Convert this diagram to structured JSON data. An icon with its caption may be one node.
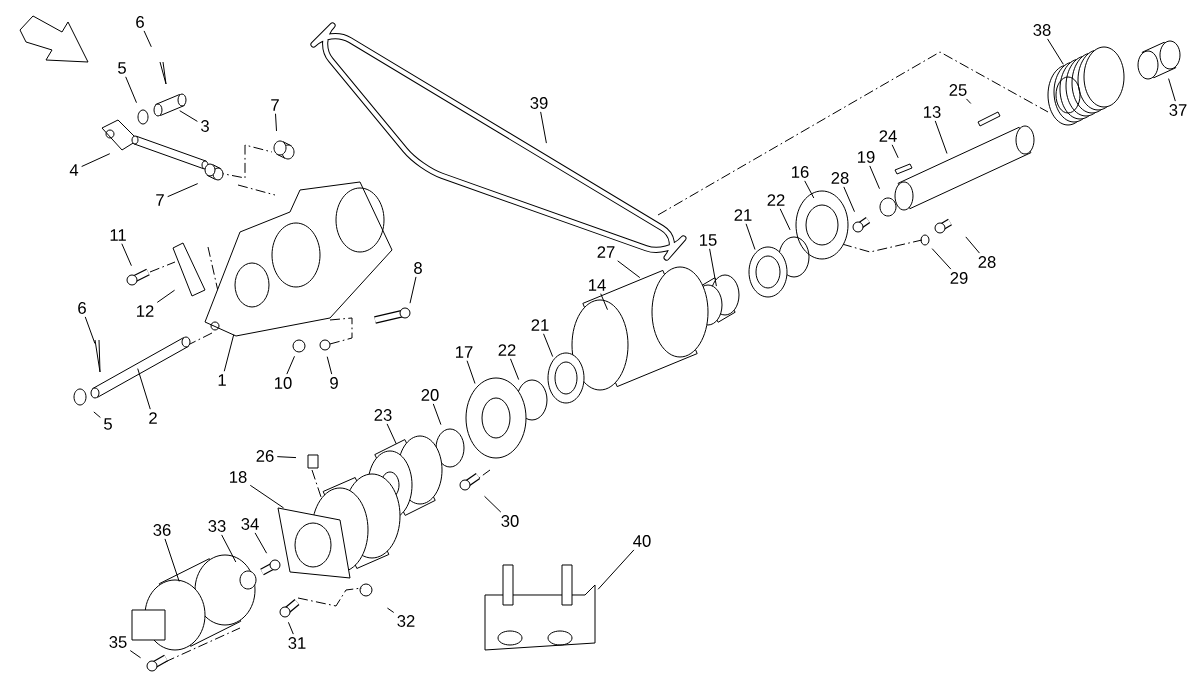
{
  "diagram": {
    "nodes": [
      {
        "text": [
          "6"
        ]
      },
      {
        "text": [
          "5"
        ]
      },
      {
        "text": [
          "3"
        ]
      },
      {
        "text": [
          "4"
        ]
      },
      {
        "text": [
          "7"
        ]
      },
      {
        "text": [
          "7"
        ]
      },
      {
        "text": [
          "11"
        ]
      },
      {
        "text": [
          "12"
        ]
      },
      {
        "text": [
          "8"
        ]
      },
      {
        "text": [
          "1"
        ]
      },
      {
        "text": [
          "6"
        ]
      },
      {
        "text": [
          "5"
        ]
      },
      {
        "text": [
          "2"
        ]
      },
      {
        "text": [
          "10"
        ]
      },
      {
        "text": [
          "9"
        ]
      },
      {
        "text": [
          "39"
        ]
      },
      {
        "text": [
          "38"
        ]
      },
      {
        "text": [
          "37"
        ]
      },
      {
        "text": [
          "25"
        ]
      },
      {
        "text": [
          "24"
        ]
      },
      {
        "text": [
          "13"
        ]
      },
      {
        "text": [
          "19"
        ]
      },
      {
        "text": [
          "28"
        ]
      },
      {
        "text": [
          "16"
        ]
      },
      {
        "text": [
          "22"
        ]
      },
      {
        "text": [
          "21"
        ]
      },
      {
        "text": [
          "28"
        ]
      },
      {
        "text": [
          "29"
        ]
      },
      {
        "text": [
          "27"
        ]
      },
      {
        "text": [
          "15"
        ]
      },
      {
        "text": [
          "14"
        ]
      },
      {
        "text": [
          "21"
        ]
      },
      {
        "text": [
          "22"
        ]
      },
      {
        "text": [
          "17"
        ]
      },
      {
        "text": [
          "20"
        ]
      },
      {
        "text": [
          "23"
        ]
      },
      {
        "text": [
          "26"
        ]
      },
      {
        "text": [
          "18"
        ]
      },
      {
        "text": [
          "30"
        ]
      },
      {
        "text": [
          "33"
        ]
      },
      {
        "text": [
          "34"
        ]
      },
      {
        "text": [
          "36"
        ]
      },
      {
        "text": [
          "32"
        ]
      },
      {
        "text": [
          "31"
        ]
      },
      {
        "text": [
          "35"
        ]
      },
      {
        "text": [
          "40"
        ]
      }
    ],
    "edges": [
      {
        "from": 0,
        "to": null,
        "arrow": "none"
      },
      {
        "from": 1,
        "to": null,
        "arrow": "none"
      },
      {
        "from": 2,
        "to": null,
        "arrow": "none"
      },
      {
        "from": 3,
        "to": null,
        "arrow": "none"
      },
      {
        "from": 4,
        "to": null,
        "arrow": "none"
      },
      {
        "from": 5,
        "to": null,
        "arrow": "none"
      },
      {
        "from": 6,
        "to": null,
        "arrow": "none"
      },
      {
        "from": 7,
        "to": null,
        "arrow": "none"
      },
      {
        "from": 8,
        "to": null,
        "arrow": "none"
      },
      {
        "from": 9,
        "to": null,
        "arrow": "none"
      },
      {
        "from": 10,
        "to": null,
        "arrow": "none"
      },
      {
        "from": 11,
        "to": null,
        "arrow": "none"
      },
      {
        "from": 12,
        "to": null,
        "arrow": "none"
      },
      {
        "from": 13,
        "to": null,
        "arrow": "none"
      },
      {
        "from": 14,
        "to": null,
        "arrow": "none"
      },
      {
        "from": 15,
        "to": null,
        "arrow": "none"
      },
      {
        "from": 16,
        "to": null,
        "arrow": "none"
      },
      {
        "from": 17,
        "to": null,
        "arrow": "none"
      },
      {
        "from": 18,
        "to": null,
        "arrow": "none"
      },
      {
        "from": 19,
        "to": null,
        "arrow": "none"
      },
      {
        "from": 20,
        "to": null,
        "arrow": "none"
      },
      {
        "from": 21,
        "to": null,
        "arrow": "none"
      },
      {
        "from": 22,
        "to": null,
        "arrow": "none"
      },
      {
        "from": 23,
        "to": null,
        "arrow": "none"
      },
      {
        "from": 24,
        "to": null,
        "arrow": "none"
      },
      {
        "from": 25,
        "to": null,
        "arrow": "none"
      },
      {
        "from": 26,
        "to": null,
        "arrow": "none"
      },
      {
        "from": 27,
        "to": null,
        "arrow": "none"
      },
      {
        "from": 28,
        "to": null,
        "arrow": "none"
      },
      {
        "from": 29,
        "to": null,
        "arrow": "none"
      },
      {
        "from": 30,
        "to": null,
        "arrow": "none"
      },
      {
        "from": 31,
        "to": null,
        "arrow": "none"
      },
      {
        "from": 32,
        "to": null,
        "arrow": "none"
      },
      {
        "from": 33,
        "to": null,
        "arrow": "none"
      },
      {
        "from": 34,
        "to": null,
        "arrow": "none"
      },
      {
        "from": 35,
        "to": null,
        "arrow": "none"
      },
      {
        "from": 36,
        "to": null,
        "arrow": "none"
      },
      {
        "from": 37,
        "to": null,
        "arrow": "none"
      },
      {
        "from": 38,
        "to": null,
        "arrow": "none"
      },
      {
        "from": 39,
        "to": null,
        "arrow": "none"
      },
      {
        "from": 40,
        "to": null,
        "arrow": "none"
      },
      {
        "from": 41,
        "to": null,
        "arrow": "none"
      },
      {
        "from": 42,
        "to": null,
        "arrow": "none"
      },
      {
        "from": 43,
        "to": null,
        "arrow": "none"
      },
      {
        "from": 44,
        "to": null,
        "arrow": "none"
      },
      {
        "from": 45,
        "to": null,
        "arrow": "none"
      }
    ]
  }
}
